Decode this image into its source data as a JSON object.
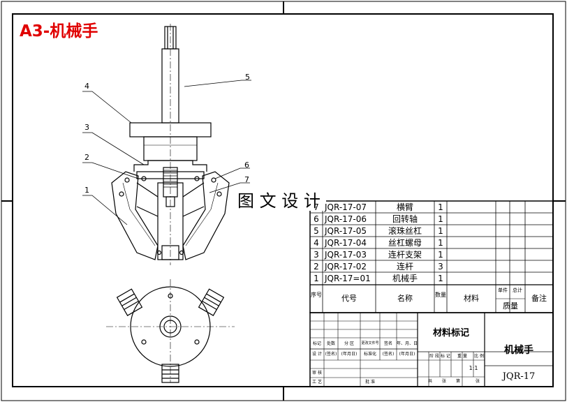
{
  "sheet_title": "A3-机械手",
  "watermark": "图 文 设 计",
  "balloons": [
    "1",
    "2",
    "3",
    "4",
    "5",
    "6",
    "7"
  ],
  "parts_list": {
    "rows": [
      {
        "no": "7",
        "code": "JQR-17-07",
        "name": "横臂",
        "qty": "1"
      },
      {
        "no": "6",
        "code": "JQR-17-06",
        "name": "回转轴",
        "qty": "1"
      },
      {
        "no": "5",
        "code": "JQR-17-05",
        "name": "滚珠丝杠",
        "qty": "1"
      },
      {
        "no": "4",
        "code": "JQR-17-04",
        "name": "丝杠螺母",
        "qty": "1"
      },
      {
        "no": "3",
        "code": "JQR-17-03",
        "name": "连杆支架",
        "qty": "1"
      },
      {
        "no": "2",
        "code": "JQR-17-02",
        "name": "连杆",
        "qty": "3"
      },
      {
        "no": "1",
        "code": "JQR-17=01",
        "name": "机械手",
        "qty": "1"
      }
    ],
    "header": {
      "no": "序号",
      "code": "代号",
      "name": "名称",
      "qty": "数量",
      "material": "材料",
      "unit": "单件",
      "total": "总计",
      "mass": "质量",
      "remark": "备注"
    }
  },
  "title_block": {
    "material_mark": "材料标记",
    "drawing_name": "机械手",
    "drawing_code": "JQR-17",
    "scale": "1:1",
    "row_labels_1": [
      "标记",
      "处数",
      "分 区",
      "更改文件号",
      "签名",
      "年、月、日"
    ],
    "row_labels_2": [
      "设 计",
      "(签名)",
      "(年月日)",
      "标准化",
      "(签名)",
      "(年月日)"
    ],
    "stage_labels": [
      "阶 段 标 记",
      "重 量",
      "比 例"
    ],
    "bottom_labels": [
      "共",
      "张",
      "第",
      "张"
    ],
    "left_labels": [
      "审 核",
      "工 艺",
      "批 准"
    ]
  }
}
